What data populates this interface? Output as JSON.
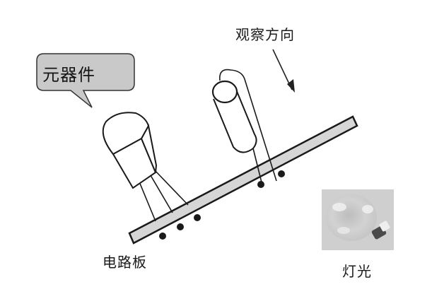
{
  "diagram": {
    "labels": {
      "component": "元器件",
      "viewing_direction": "观察方向",
      "circuit_board": "电路板",
      "light": "灯光"
    },
    "colors": {
      "background": "#ffffff",
      "stroke": "#1a1a1a",
      "board_fill": "#d6d6d6",
      "bubble_fill": "#c9c9c9",
      "lamp_photo_bg": "#cfcfcf"
    },
    "elements": [
      {
        "type": "speech-bubble",
        "text_ref": "labels.component"
      },
      {
        "type": "component",
        "shape": "transistor-like rounded body",
        "leads": 3
      },
      {
        "type": "component",
        "shape": "cylindrical axial component standing on board",
        "leads": 2
      },
      {
        "type": "circuit-board",
        "orientation": "tilted, rising to the right"
      },
      {
        "type": "solder-joints",
        "count": 5
      },
      {
        "type": "arrow",
        "direction": "down-right",
        "text_ref": "labels.viewing_direction"
      },
      {
        "type": "photo",
        "subject": "light bulb",
        "text_ref": "labels.light"
      }
    ]
  }
}
